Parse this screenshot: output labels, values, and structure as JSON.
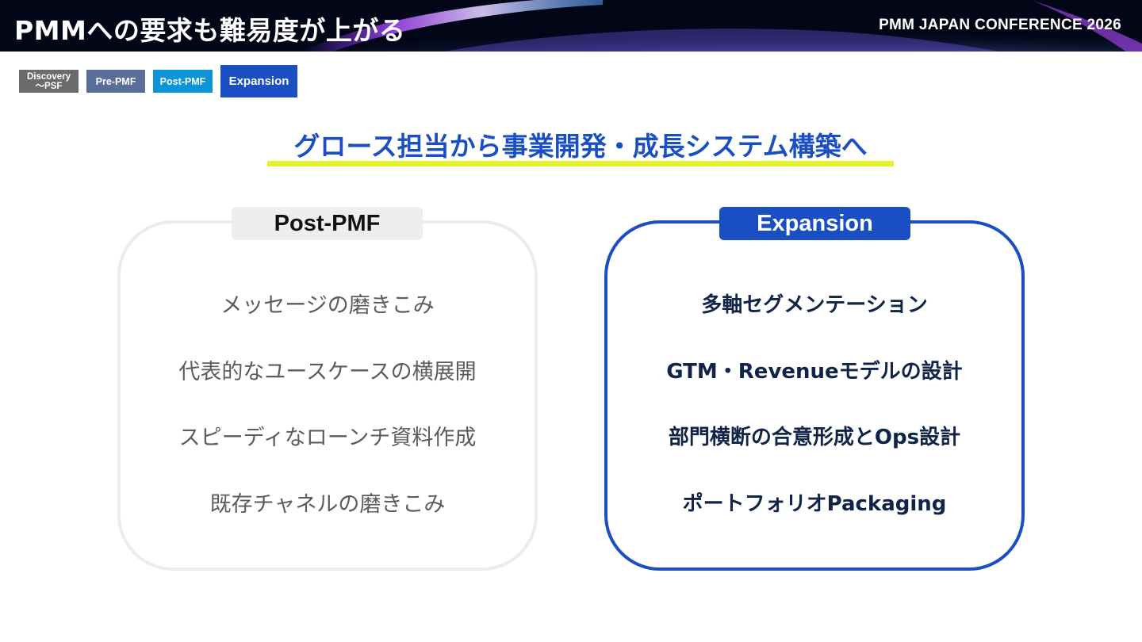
{
  "header": {
    "title": "PMMへの要求も難易度が上がる",
    "conference": "PMM JAPAN CONFERENCE 2026"
  },
  "stages": {
    "discovery_line1": "Discovery",
    "discovery_line2": "〜PSF",
    "pre_pmf": "Pre-PMF",
    "post_pmf": "Post-PMF",
    "expansion": "Expansion"
  },
  "subtitle": "グロース担当から事業開発・成長システム構築へ",
  "left_panel": {
    "tag": "Post-PMF",
    "items": [
      "メッセージの磨きこみ",
      "代表的なユースケースの横展開",
      "スピーディなローンチ資料作成",
      "既存チャネルの磨きこみ"
    ]
  },
  "right_panel": {
    "tag": "Expansion",
    "items": [
      "多軸セグメンテーション",
      "GTM・Revenueモデルの設計",
      "部門横断の合意形成とOps設計",
      "ポートフォリオPackaging"
    ]
  },
  "colors": {
    "accent_blue": "#1a4fc4",
    "highlight_yellow": "#e6f22a",
    "header_bg": "#020617"
  }
}
